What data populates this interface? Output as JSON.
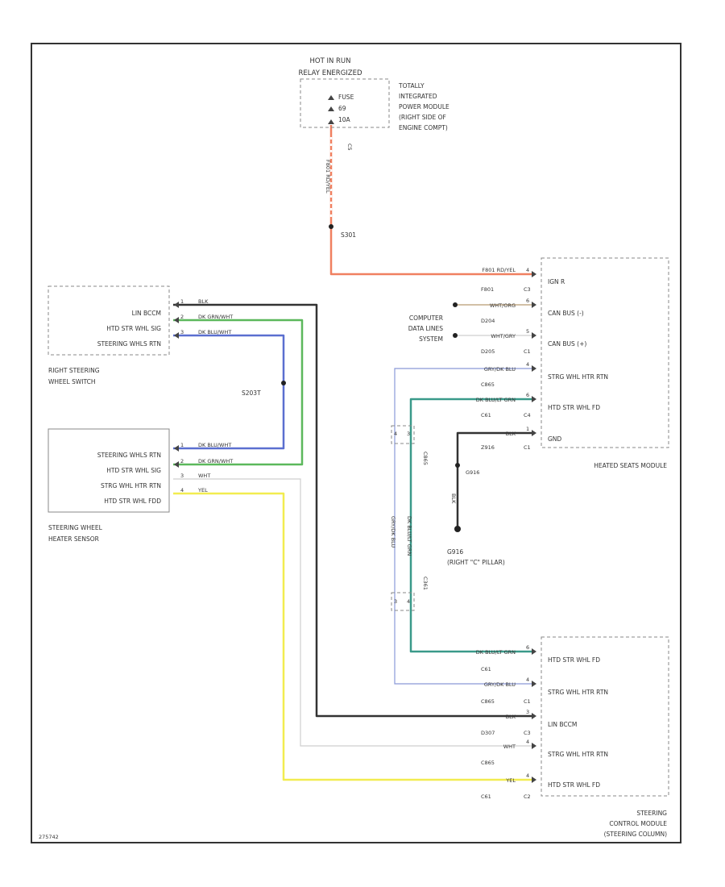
{
  "colors": {
    "red": "#f08060",
    "black": "#333333",
    "green": "#5cb85c",
    "blue": "#5b6fd0",
    "white": "#cfcfcf",
    "yellow": "#f2ec50",
    "teal": "#3a9a8a",
    "blue_light": "#8a99d8",
    "brown": "#b89a70"
  },
  "power": {
    "line1": "HOT IN RUN",
    "line2": "RELAY ENERGIZED",
    "fuse_lines": [
      "FUSE",
      "69",
      "10A"
    ],
    "module_lines": [
      "TOTALLY",
      "INTEGRATED",
      "POWER MODULE",
      "(RIGHT SIDE OF",
      "ENGINE COMPT)"
    ],
    "pin": "C5",
    "wire_label": "F801 RD/YEL",
    "splice": "S301"
  },
  "rsws": {
    "pins": [
      "LIN BCCM",
      "HTD STR WHL SIG",
      "STEERING WHLS RTN"
    ],
    "pin_nums": [
      "1",
      "2",
      "3"
    ],
    "wires": [
      "BLK",
      "DK GRN/WHT",
      "DK BLU/WHT"
    ],
    "name_lines": [
      "RIGHT STEERING",
      "WHEEL SWITCH"
    ]
  },
  "splice_mid": "S203T",
  "swhs": {
    "pins": [
      "STEERING WHLS RTN",
      "HTD STR WHL SIG",
      "STRG WHL HTR RTN",
      "HTD STR WHL FDD"
    ],
    "pin_nums": [
      "1",
      "2",
      "3",
      "4"
    ],
    "wires": [
      "DK BLU/WHT",
      "DK GRN/WHT",
      "WHT",
      "YEL"
    ],
    "name_lines": [
      "STEERING WHEEL",
      "HEATER SENSOR"
    ]
  },
  "hsm": {
    "pins": [
      "IGN R",
      "CAN BUS (-)",
      "CAN BUS (+)",
      "STRG WHL HTR RTN",
      "HTD STR WHL FD",
      "GND"
    ],
    "wires": [
      "F801 RD/YEL",
      "WHT/ORG",
      "WHT/GRY",
      "GRY/DK BLU",
      "DK BLU/LT GRN",
      "BLK"
    ],
    "circuits": [
      "F801",
      "D204",
      "D205",
      "C865",
      "C61",
      "Z916"
    ],
    "connectors": [
      "C3",
      "",
      "C1",
      "",
      "C4",
      "C1"
    ],
    "pin_nums": [
      "4",
      "6",
      "5",
      "4",
      "6",
      "1"
    ],
    "name": "HEATED SEATS MODULE"
  },
  "cds_lines": [
    "COMPUTER",
    "DATA LINES",
    "SYSTEM"
  ],
  "ground": {
    "splice": "G916",
    "wire": "BLK",
    "name_lines": [
      "G916",
      "(RIGHT \"C\" PILLAR)"
    ]
  },
  "vert_labels": {
    "left_wire": "GRY/DK BLU",
    "right_wire": "DK BLU/LT GRN",
    "conn_top": "C865",
    "conn_bot": "C361",
    "pin_left_top": "4",
    "pin_right_top": "3",
    "pin_left_bot": "3",
    "pin_right_bot": "4"
  },
  "scm": {
    "pins": [
      "HTD STR WHL FD",
      "STRG WHL HTR RTN",
      "LIN BCCM",
      "STRG WHL HTR RTN",
      "HTD STR WHL FD"
    ],
    "wires": [
      "DK BLU/LT GRN",
      "GRY/DK BLU",
      "BLK",
      "WHT",
      "YEL"
    ],
    "circuits": [
      "C61",
      "C865",
      "D307",
      "C865",
      "C61"
    ],
    "connectors": [
      "",
      "C1",
      "C3",
      "",
      "C2"
    ],
    "pin_nums": [
      "6",
      "4",
      "3",
      "4",
      "4"
    ],
    "name_lines": [
      "STEERING",
      "CONTROL MODULE",
      "(STEERING COLUMN)"
    ]
  },
  "figure_id": "275742"
}
